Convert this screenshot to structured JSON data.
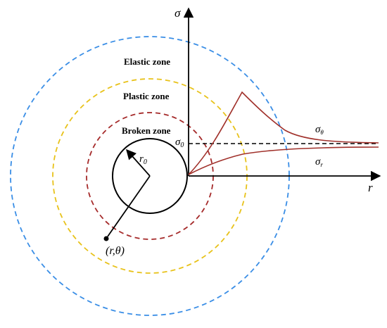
{
  "diagram": {
    "zones": [
      {
        "label": "Elastic zone",
        "color": "#3a8ee6"
      },
      {
        "label": "Plastic zone",
        "color": "#e8c21a"
      },
      {
        "label": "Broken zone",
        "color": "#a52a2a"
      }
    ],
    "axes": {
      "vertical_label": "σ",
      "horizontal_label": "r"
    },
    "stress_level": {
      "symbol": "σ",
      "subscript": "0"
    },
    "tunnel_radius": {
      "symbol": "r",
      "subscript": "0"
    },
    "point_label": "(r,θ)",
    "curves": [
      {
        "symbol": "σ",
        "subscript": "θ",
        "color": "#a0302a"
      },
      {
        "symbol": "σ",
        "subscript": "r",
        "color": "#a0302a"
      }
    ]
  }
}
